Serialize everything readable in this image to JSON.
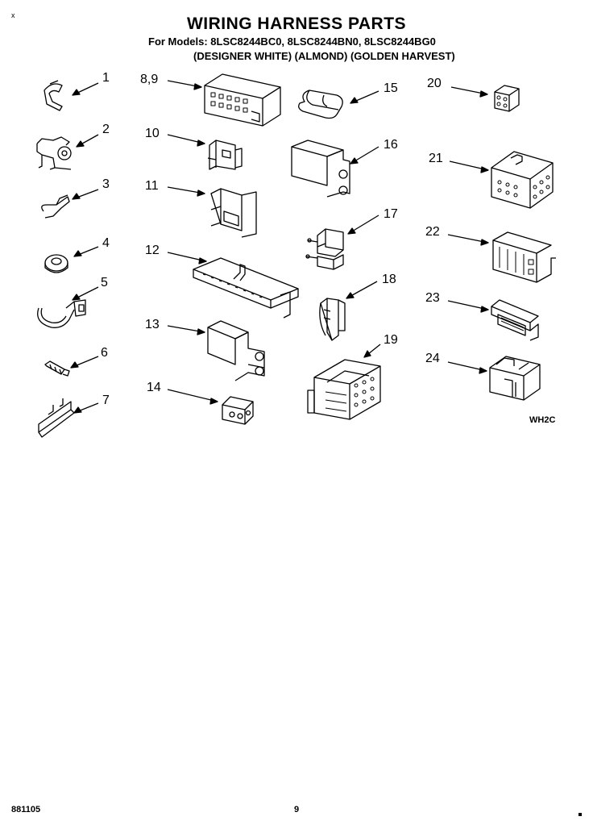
{
  "header": {
    "title": "WIRING HARNESS PARTS",
    "models_line": "For Models: 8LSC8244BC0, 8LSC8244BN0, 8LSC8244BG0",
    "variants_line": "(DESIGNER WHITE) (ALMOND) (GOLDEN HARVEST)"
  },
  "corner_mark": "x",
  "parts": [
    "1",
    "2",
    "3",
    "4",
    "5",
    "6",
    "7",
    "8,9",
    "10",
    "11",
    "12",
    "13",
    "14",
    "15",
    "16",
    "17",
    "18",
    "19",
    "20",
    "21",
    "22",
    "23",
    "24"
  ],
  "diagram_code": "WH2C",
  "footer": {
    "doc_number": "881105",
    "page_number": "9"
  }
}
